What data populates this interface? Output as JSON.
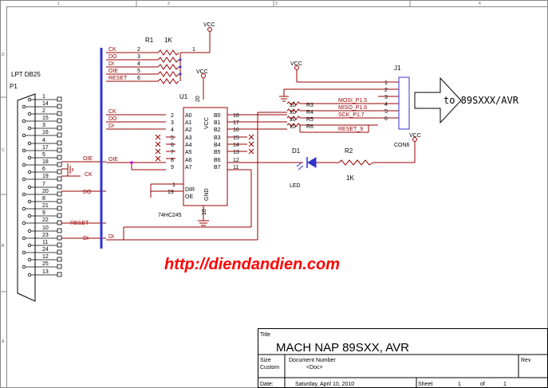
{
  "border": {
    "cols": [
      "1",
      "2",
      "3",
      "4"
    ],
    "rows": [
      "A",
      "B",
      "C",
      "D"
    ]
  },
  "vcc": "VCC",
  "r1": {
    "ref": "R1",
    "val": "1K",
    "pins": [
      "2",
      "3",
      "4",
      "5",
      "6"
    ],
    "common": "1"
  },
  "bus": {
    "top": [
      "CK",
      "DO",
      "DI",
      "OIE",
      "RESET"
    ],
    "mid": [
      "CK",
      "DO",
      "DI"
    ],
    "oie": "OIE",
    "left": [
      "CK",
      "DO",
      "RESET",
      "DI"
    ],
    "di": "DI"
  },
  "p1": {
    "title": "LPT DB25",
    "ref": "P1",
    "pins": [
      "1",
      "14",
      "2",
      "15",
      "3",
      "16",
      "4",
      "17",
      "5",
      "18",
      "6",
      "19",
      "7",
      "20",
      "8",
      "21",
      "9",
      "22",
      "10",
      "23",
      "11",
      "24",
      "12",
      "25",
      "13"
    ]
  },
  "u1": {
    "ref": "U1",
    "part": "74HC245",
    "vcc_label": "VCC",
    "gnd_label": "GND",
    "vcc_pin": "20",
    "gnd_pin": "10",
    "a_pins": [
      "2",
      "3",
      "4",
      "5",
      "6",
      "7",
      "8",
      "9"
    ],
    "a_names": [
      "A0",
      "A1",
      "A2",
      "A3",
      "A4",
      "A5",
      "A6",
      "A7"
    ],
    "b_pins": [
      "18",
      "17",
      "16",
      "15",
      "14",
      "13",
      "12",
      "11"
    ],
    "b_names": [
      "B0",
      "B1",
      "B2",
      "B3",
      "B4",
      "B5",
      "B6",
      "B7"
    ],
    "dir_pin": "1",
    "dir_name": "DIR",
    "oe_pin": "19",
    "oe_name": "OE"
  },
  "res": {
    "refs": [
      "R3",
      "R4",
      "R5",
      "R6"
    ],
    "val": "10"
  },
  "j1": {
    "ref": "J1",
    "part": "CON6",
    "pins": [
      "1",
      "2",
      "3",
      "4",
      "5",
      "6"
    ],
    "nets": [
      "MOSI_P1.5",
      "MISO_P1.6",
      "SCK_P1.7",
      "RESET_9"
    ]
  },
  "d1": {
    "ref": "D1",
    "part": "LED"
  },
  "r2": {
    "ref": "R2",
    "val": "1K"
  },
  "arrow_label": "to 89SXXX/AVR",
  "website": "http://diendandien.com",
  "titleblock": {
    "title_label": "Title",
    "title": "MACH NAP 89SXX, AVR",
    "size_label": "Size",
    "size_value": "Custom",
    "docnum_label": "Document Number",
    "docnum": "<Doc>",
    "rev_label": "Rev",
    "date_label": "Date:",
    "date": "Saturday, April 10, 2010",
    "sheet_label": "Sheet",
    "sheet_num": "1",
    "of_label": "of",
    "sheet_total": "1"
  },
  "colors": {
    "wire": "#990000",
    "part": "#3333cc",
    "text": "#000000",
    "accent": "#ff0000",
    "border": "#888888"
  }
}
